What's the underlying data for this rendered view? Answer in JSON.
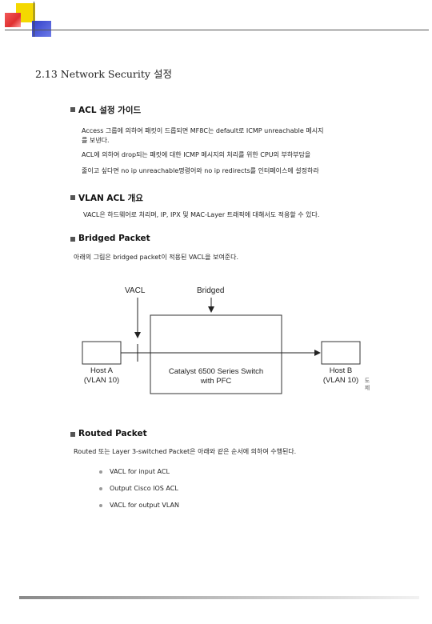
{
  "section_title": "2.13 Network Security 설정",
  "acl_guide": {
    "heading": "ACL 설정 가이드",
    "line1": "Access 그룹에 의하여 패킷이 드롭되면 MF8C는 default로 ICMP unreachable 메시지",
    "line2": "를 보낸다.",
    "line3": "ACL에 의하여 drop되는 패킷에 대한 ICMP 메시지의 처리를 위한 CPU의 부하부담을",
    "line4": "줄이고 싶다면 no ip unreachable명령어와 no ip redirects를 인터페이스에 설정하라"
  },
  "vlan_acl": {
    "heading": "VLAN ACL 개요",
    "line1": "VACL은 하드웨어로 처리며, IP, IPX 및 MAC-Layer 트래픽에 대해서도 적용할 수 있다."
  },
  "bridged": {
    "heading": "Bridged Packet",
    "line1": "아래의 그림은 bridged packet이 적용된 VACL을 보여준다."
  },
  "diagram": {
    "vacl_label": "VACL",
    "bridged_label": "Bridged",
    "host_a_line1": "Host A",
    "host_a_line2": "(VLAN 10)",
    "switch_line1": "Catalyst 6500 Series Switch",
    "switch_line2": "with PFC",
    "host_b_line1": "Host B",
    "host_b_line2": "(VLAN 10)",
    "stamp": "도제"
  },
  "routed": {
    "heading": "Routed Packet",
    "line1": "Routed 또는 Layer 3-switched Packet은 아래와 같은 순서에 의하여 수행된다.",
    "items": [
      "VACL for input ACL",
      "Output Cisco IOS ACL",
      "VACL for output VLAN"
    ]
  }
}
